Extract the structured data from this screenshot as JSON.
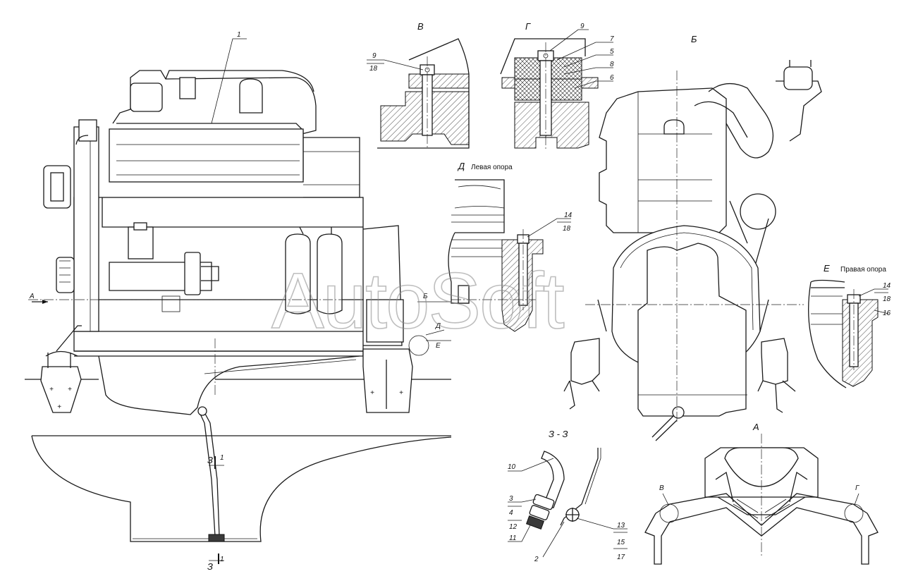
{
  "watermark": "AutoSoft",
  "views": {
    "B": "В",
    "G": "Г",
    "Bb": "Б",
    "D": "Д",
    "D_caption": "Левая опора",
    "E": "Е",
    "E_caption": "Правая опора",
    "Z": "З - З",
    "A": "А"
  },
  "marks": {
    "A_arrow": "А",
    "B_arrow": "Б",
    "D_mark": "Д",
    "E_mark": "Е",
    "Z_top": "З",
    "Z_bottom": "З",
    "Z_top_sub": "1",
    "Z_bottom_sub": "1",
    "A_B": "В",
    "A_G": "Г"
  },
  "leaders": {
    "n1": "1",
    "v_9": "9",
    "v_18": "18",
    "g_9": "9",
    "g_7": "7",
    "g_5": "5",
    "g_8": "8",
    "g_6": "6",
    "d_14": "14",
    "d_18": "18",
    "e_14": "14",
    "e_18": "18",
    "e_16": "16",
    "z_10": "10",
    "z_3": "3",
    "z_4": "4",
    "z_12": "12",
    "z_11": "11",
    "z_2": "2",
    "z_13": "13",
    "z_15": "15",
    "z_17": "17"
  }
}
